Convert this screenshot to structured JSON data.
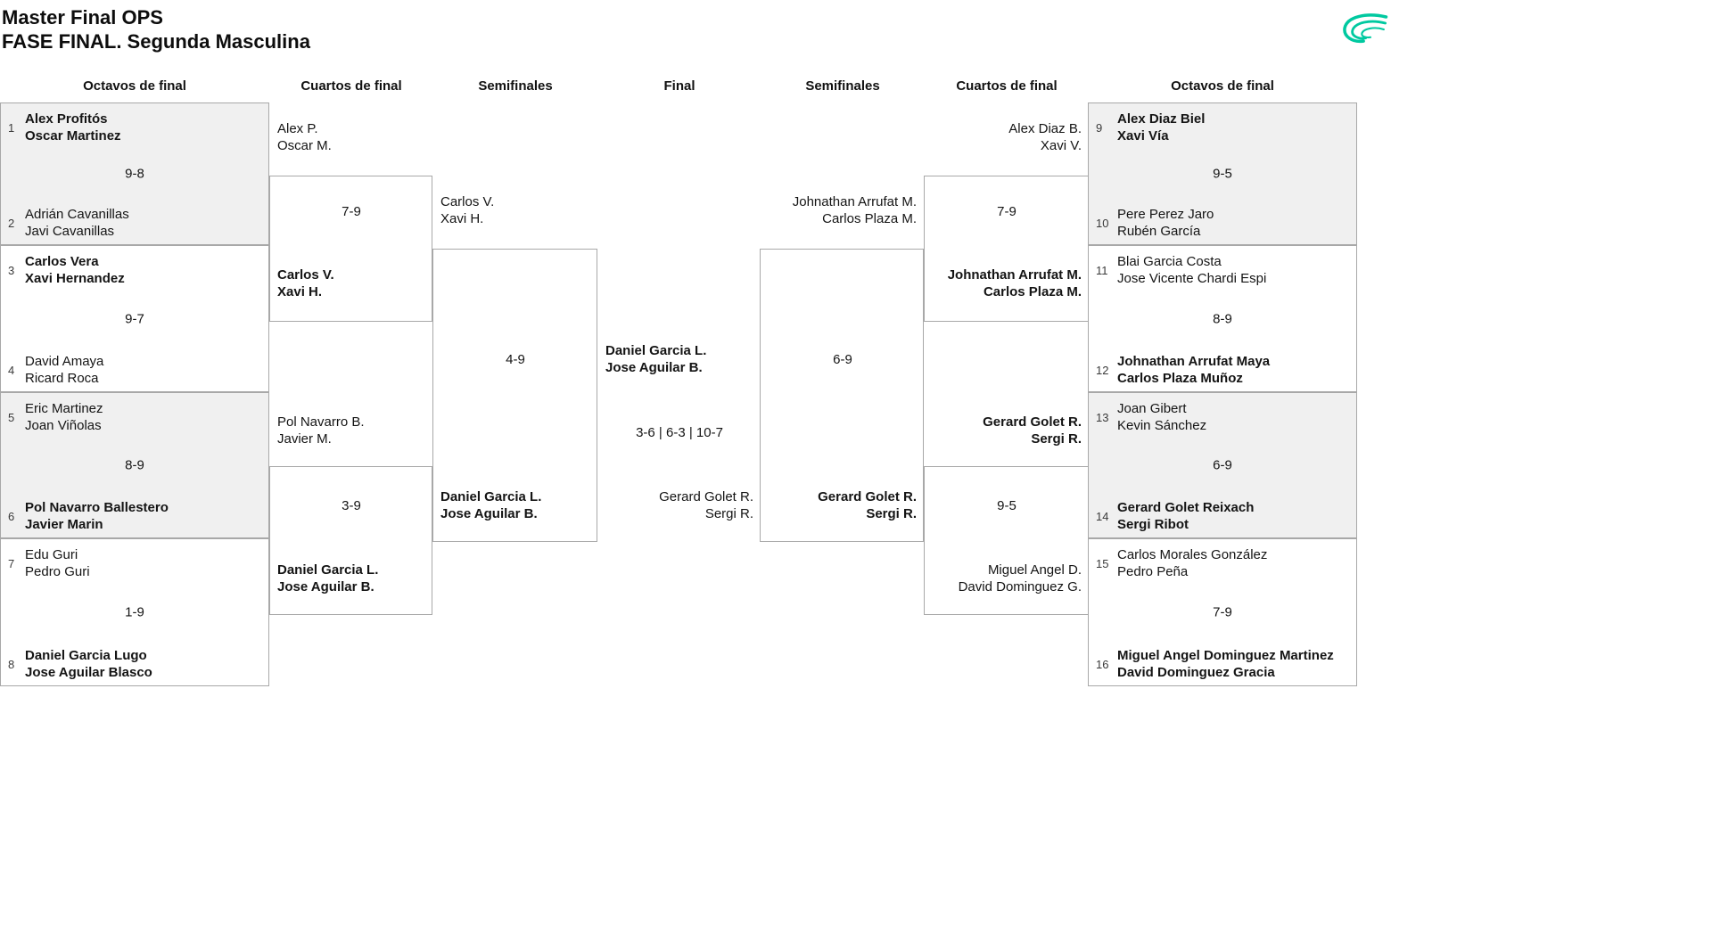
{
  "header": {
    "title_line1": "Master Final OPS",
    "title_line2": "FASE FINAL. Segunda Masculina",
    "logo_color": "#00c9a0"
  },
  "round_headers": {
    "r16_left": "Octavos de final",
    "qf_left": "Cuartos de final",
    "sf_left": "Semifinales",
    "final": "Final",
    "sf_right": "Semifinales",
    "qf_right": "Cuartos de final",
    "r16_right": "Octavos de final"
  },
  "r16_left": [
    {
      "seed1": "1",
      "team1": "Alex Profitós\nOscar Martinez",
      "score": "9-8",
      "seed2": "2",
      "team2": "Adrián Cavanillas\nJavi Cavanillas"
    },
    {
      "seed1": "3",
      "team1": "Carlos Vera\nXavi Hernandez",
      "score": "9-7",
      "seed2": "4",
      "team2": "David Amaya\nRicard Roca"
    },
    {
      "seed1": "5",
      "team1": "Eric Martinez\nJoan Viñolas",
      "score": "8-9",
      "seed2": "6",
      "team2": "Pol Navarro Ballestero\nJavier Marin"
    },
    {
      "seed1": "7",
      "team1": "Edu Guri\nPedro Guri",
      "score": "1-9",
      "seed2": "8",
      "team2": "Daniel Garcia Lugo\nJose Aguilar Blasco"
    }
  ],
  "qf_left": [
    {
      "team1": "Alex P.\nOscar M.",
      "score": "7-9",
      "team2": "Carlos V.\nXavi H."
    },
    {
      "team1": "Pol Navarro B.\nJavier M.",
      "score": "3-9",
      "team2": "Daniel Garcia L.\nJose Aguilar B."
    }
  ],
  "sf_left": {
    "team1": "Carlos V.\nXavi H.",
    "score": "4-9",
    "team2": "Daniel Garcia L.\nJose Aguilar B."
  },
  "final": {
    "team1": "Daniel Garcia L.\nJose Aguilar B.",
    "score": "3-6 | 6-3 | 10-7",
    "team2": "Gerard Golet R.\nSergi R."
  },
  "sf_right": {
    "team1": "Johnathan Arrufat M.\nCarlos Plaza M.",
    "score": "6-9",
    "team2": "Gerard Golet R.\nSergi R."
  },
  "qf_right": [
    {
      "team1": "Alex Diaz B.\nXavi V.",
      "score": "7-9",
      "team2": "Johnathan Arrufat M.\nCarlos Plaza M."
    },
    {
      "team1": "Gerard Golet R.\nSergi R.",
      "score": "9-5",
      "team2": "Miguel Angel D.\nDavid Dominguez G."
    }
  ],
  "r16_right": [
    {
      "seed1": "9",
      "team1": "Alex Diaz Biel\nXavi Vía",
      "score": "9-5",
      "seed2": "10",
      "team2": "Pere Perez Jaro\nRubén García"
    },
    {
      "seed1": "11",
      "team1": "Blai Garcia Costa\nJose Vicente Chardi Espi",
      "score": "8-9",
      "seed2": "12",
      "team2": "Johnathan Arrufat Maya\nCarlos Plaza Muñoz"
    },
    {
      "seed1": "13",
      "team1": "Joan Gibert\nKevin Sánchez",
      "score": "6-9",
      "seed2": "14",
      "team2": "Gerard Golet Reixach\nSergi Ribot"
    },
    {
      "seed1": "15",
      "team1": "Carlos Morales González\nPedro Peña",
      "score": "7-9",
      "seed2": "16",
      "team2": "Miguel Angel Dominguez Martinez\nDavid Dominguez Gracia"
    }
  ]
}
